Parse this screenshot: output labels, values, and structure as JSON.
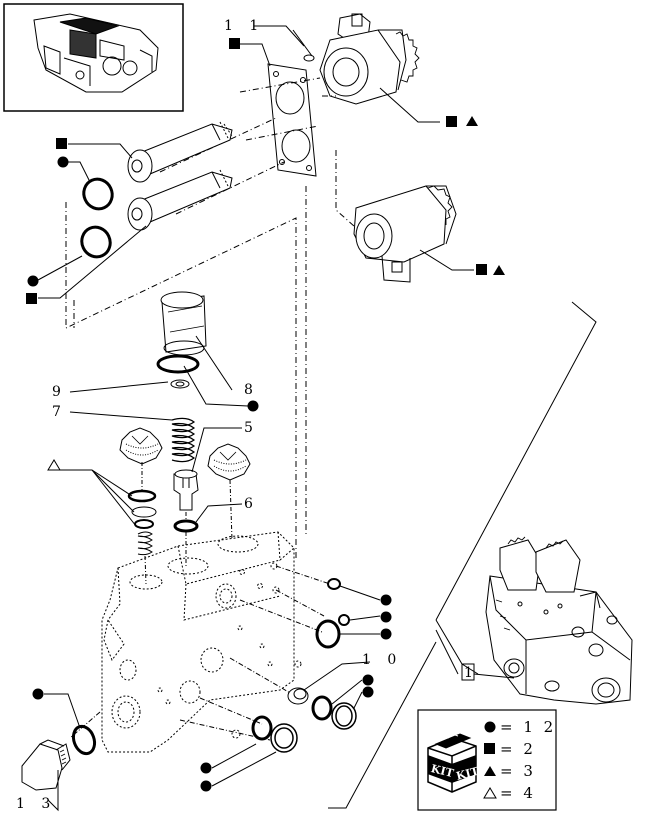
{
  "labels": {
    "l1": "1",
    "l5": "5",
    "l6": "6",
    "l7": "7",
    "l8": "8",
    "l9": "9",
    "l10": "1 0",
    "l11": "1 1",
    "l13": "1 3"
  },
  "legend": {
    "kit_text": "KIT",
    "rows": [
      {
        "symbol": "circle",
        "text": "= 1 2"
      },
      {
        "symbol": "square",
        "text": "= 2"
      },
      {
        "symbol": "triangle",
        "text": "= 3"
      },
      {
        "symbol": "triangle-outline",
        "text": "= 4"
      }
    ]
  },
  "colors": {
    "ink": "#000000",
    "paper": "#ffffff"
  }
}
